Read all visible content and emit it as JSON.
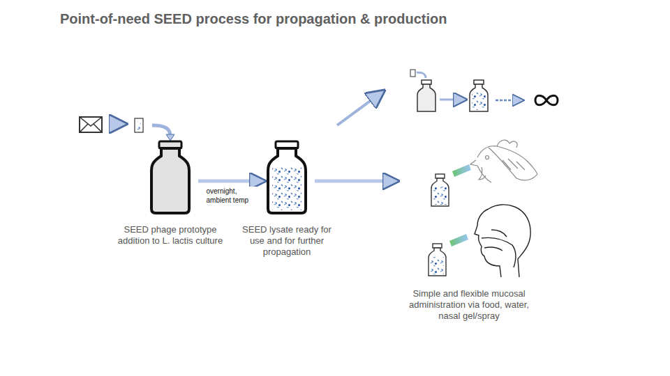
{
  "diagram": {
    "title": "Point-of-need SEED process for propagation & production",
    "nodes": [
      {
        "text": [
          "SEED phage prototype addition to L. lactis culture"
        ]
      },
      {
        "text": [
          "SEED lysate ready for use and for further propagation"
        ]
      },
      {
        "text": [
          "Simple and flexible mucosal administration via food, water, nasal gel/spray"
        ]
      }
    ],
    "edges": [
      {
        "from": 0,
        "to": 1,
        "arrow": "to",
        "label": "overnight, ambient temp"
      },
      {
        "from": 1,
        "to": 2,
        "arrow": "to"
      }
    ]
  }
}
